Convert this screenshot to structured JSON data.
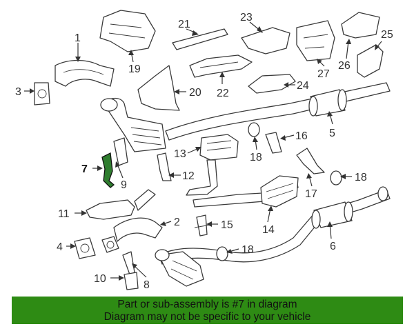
{
  "diagram": {
    "callouts": [
      "1",
      "2",
      "3",
      "4",
      "5",
      "6",
      "7",
      "8",
      "9",
      "10",
      "11",
      "12",
      "13",
      "14",
      "15",
      "16",
      "17",
      "18",
      "18",
      "18",
      "19",
      "20",
      "21",
      "22",
      "23",
      "24",
      "25",
      "26",
      "27"
    ],
    "highlight_color": "#2f7d2f"
  },
  "banner": {
    "line1": "Part or sub-assembly is #7 in diagram",
    "line2": "Diagram may not be specific to your vehicle",
    "background": "#2e8b14"
  }
}
